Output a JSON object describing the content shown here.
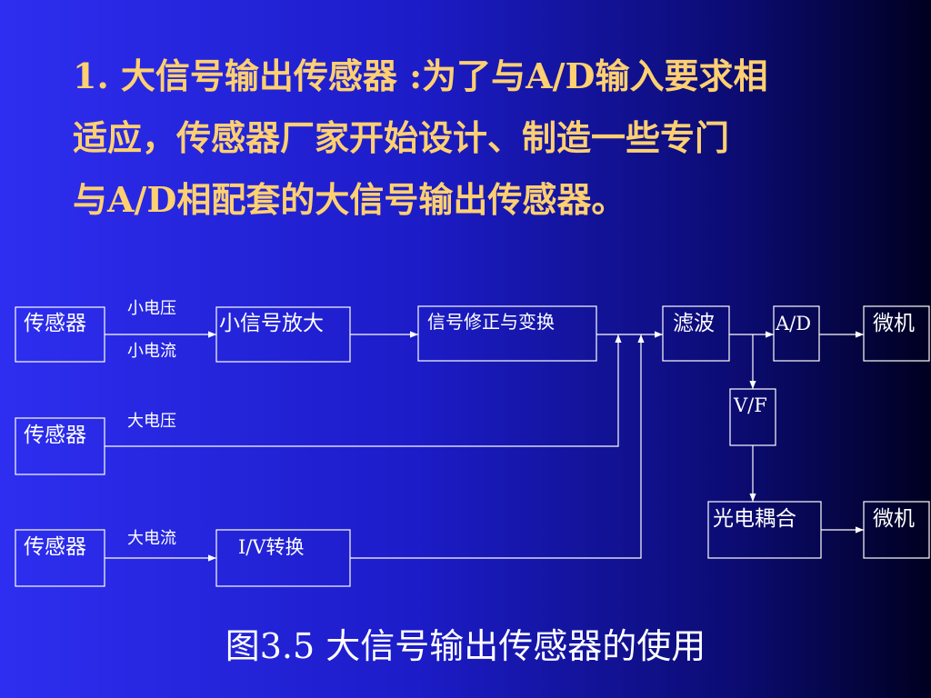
{
  "heading": {
    "line1": "1. 大信号输出传感器 :为了与A/D输入要求相",
    "line2": "适应，传感器厂家开始设计、制造一些专门",
    "line3": "与A/D相配套的大信号输出传感器。"
  },
  "diagram": {
    "boxes": {
      "sensor1": "传感器",
      "sensor2": "传感器",
      "sensor3": "传感器",
      "small_amp": "小信号放大",
      "correction": "信号修正与变换",
      "filter": "滤波",
      "ad": "A/D",
      "mcu1": "微机",
      "vf": "V/F",
      "optocoupler": "光电耦合",
      "mcu2": "微机",
      "iv": "I/V转换"
    },
    "labels": {
      "small_voltage": "小电压",
      "small_current": "小电流",
      "large_voltage": "大电压",
      "large_current": "大电流"
    }
  },
  "caption": "图3.5 大信号输出传感器的使用"
}
